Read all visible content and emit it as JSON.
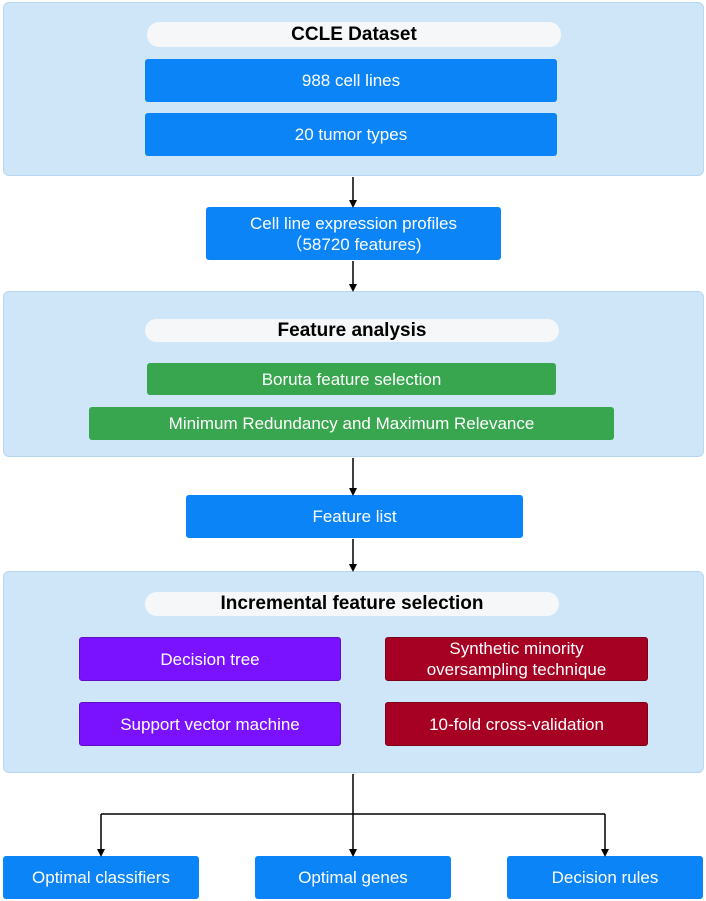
{
  "ccle": {
    "title": "CCLE Dataset",
    "cell_lines": "988 cell lines",
    "tumor_types": "20 tumor types"
  },
  "expression": {
    "line1": "Cell line expression profiles",
    "line2": "（58720 features)"
  },
  "feature_analysis": {
    "title": "Feature analysis",
    "boruta": "Boruta feature selection",
    "mrmr": "Minimum Redundancy and Maximum Relevance"
  },
  "feature_list": "Feature list",
  "ifs": {
    "title": "Incremental feature selection",
    "decision_tree": "Decision tree",
    "svm": "Support vector machine",
    "smote_line1": "Synthetic minority",
    "smote_line2": "oversampling technique",
    "cv": "10-fold cross-validation"
  },
  "outputs": {
    "classifiers": "Optimal classifiers",
    "genes": "Optimal genes",
    "rules": "Decision rules"
  },
  "colors": {
    "panel": "#cfe6f9",
    "blue": "#0a84f6",
    "green": "#37a64e",
    "purple": "#7a11ff",
    "red": "#a60022"
  }
}
